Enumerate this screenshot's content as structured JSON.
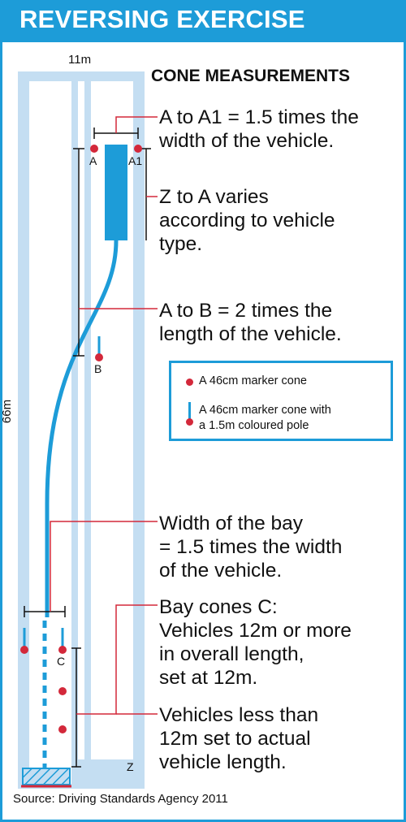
{
  "header": {
    "title": "REVERSING EXERCISE"
  },
  "subtitle": "CONE MEASUREMENTS",
  "dimensions": {
    "width_label": "11m",
    "length_label": "66m"
  },
  "cone_labels": {
    "a": "A",
    "a1": "A1",
    "b": "B",
    "c": "C",
    "z": "Z"
  },
  "annotations": {
    "a_to_a1": [
      "A to A1 = 1.5 times the",
      "width of the vehicle."
    ],
    "z_to_a": [
      "Z to A varies",
      "according to vehicle",
      "type."
    ],
    "a_to_b": [
      "A to B = 2 times the",
      "length of the vehicle."
    ],
    "bay_width": [
      "Width of the bay",
      "= 1.5 times the width",
      "of the vehicle."
    ],
    "bay_cones": [
      "Bay cones C:",
      "Vehicles 12m or more",
      "in overall length,",
      "set at 12m."
    ],
    "short_vehicles": [
      "Vehicles less than",
      "12m set to actual",
      "vehicle length."
    ]
  },
  "legend": {
    "marker_cone": "A 46cm marker cone",
    "pole_cone": [
      "A 46cm marker cone with",
      "a 1.5m coloured pole"
    ]
  },
  "source": "Source: Driving Standards Agency 2011",
  "colors": {
    "blue": "#1d9cd8",
    "light_blue": "#c4def2",
    "red": "#d3283a",
    "hatch": "#1d9cd8"
  }
}
